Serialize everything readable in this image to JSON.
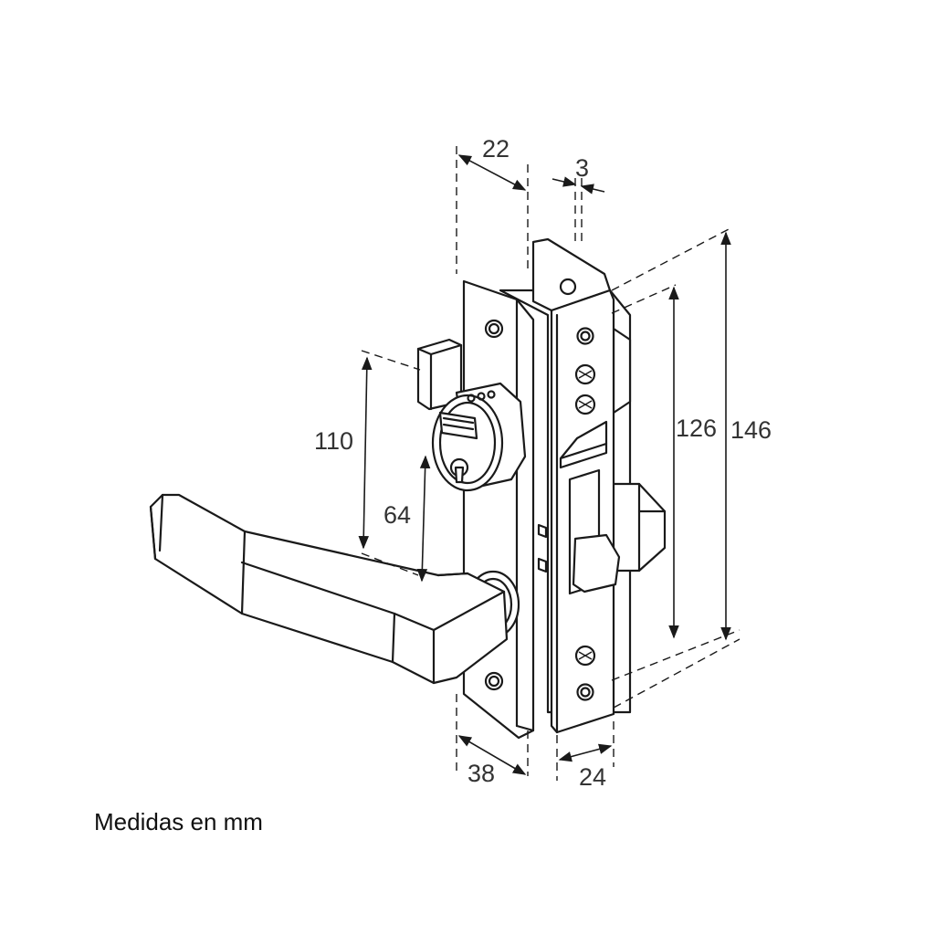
{
  "dimensions": {
    "d22": "22",
    "d3": "3",
    "d110": "110",
    "d64": "64",
    "d126": "126",
    "d146": "146",
    "d38": "38",
    "d24": "24"
  },
  "caption": "Medidas en mm"
}
